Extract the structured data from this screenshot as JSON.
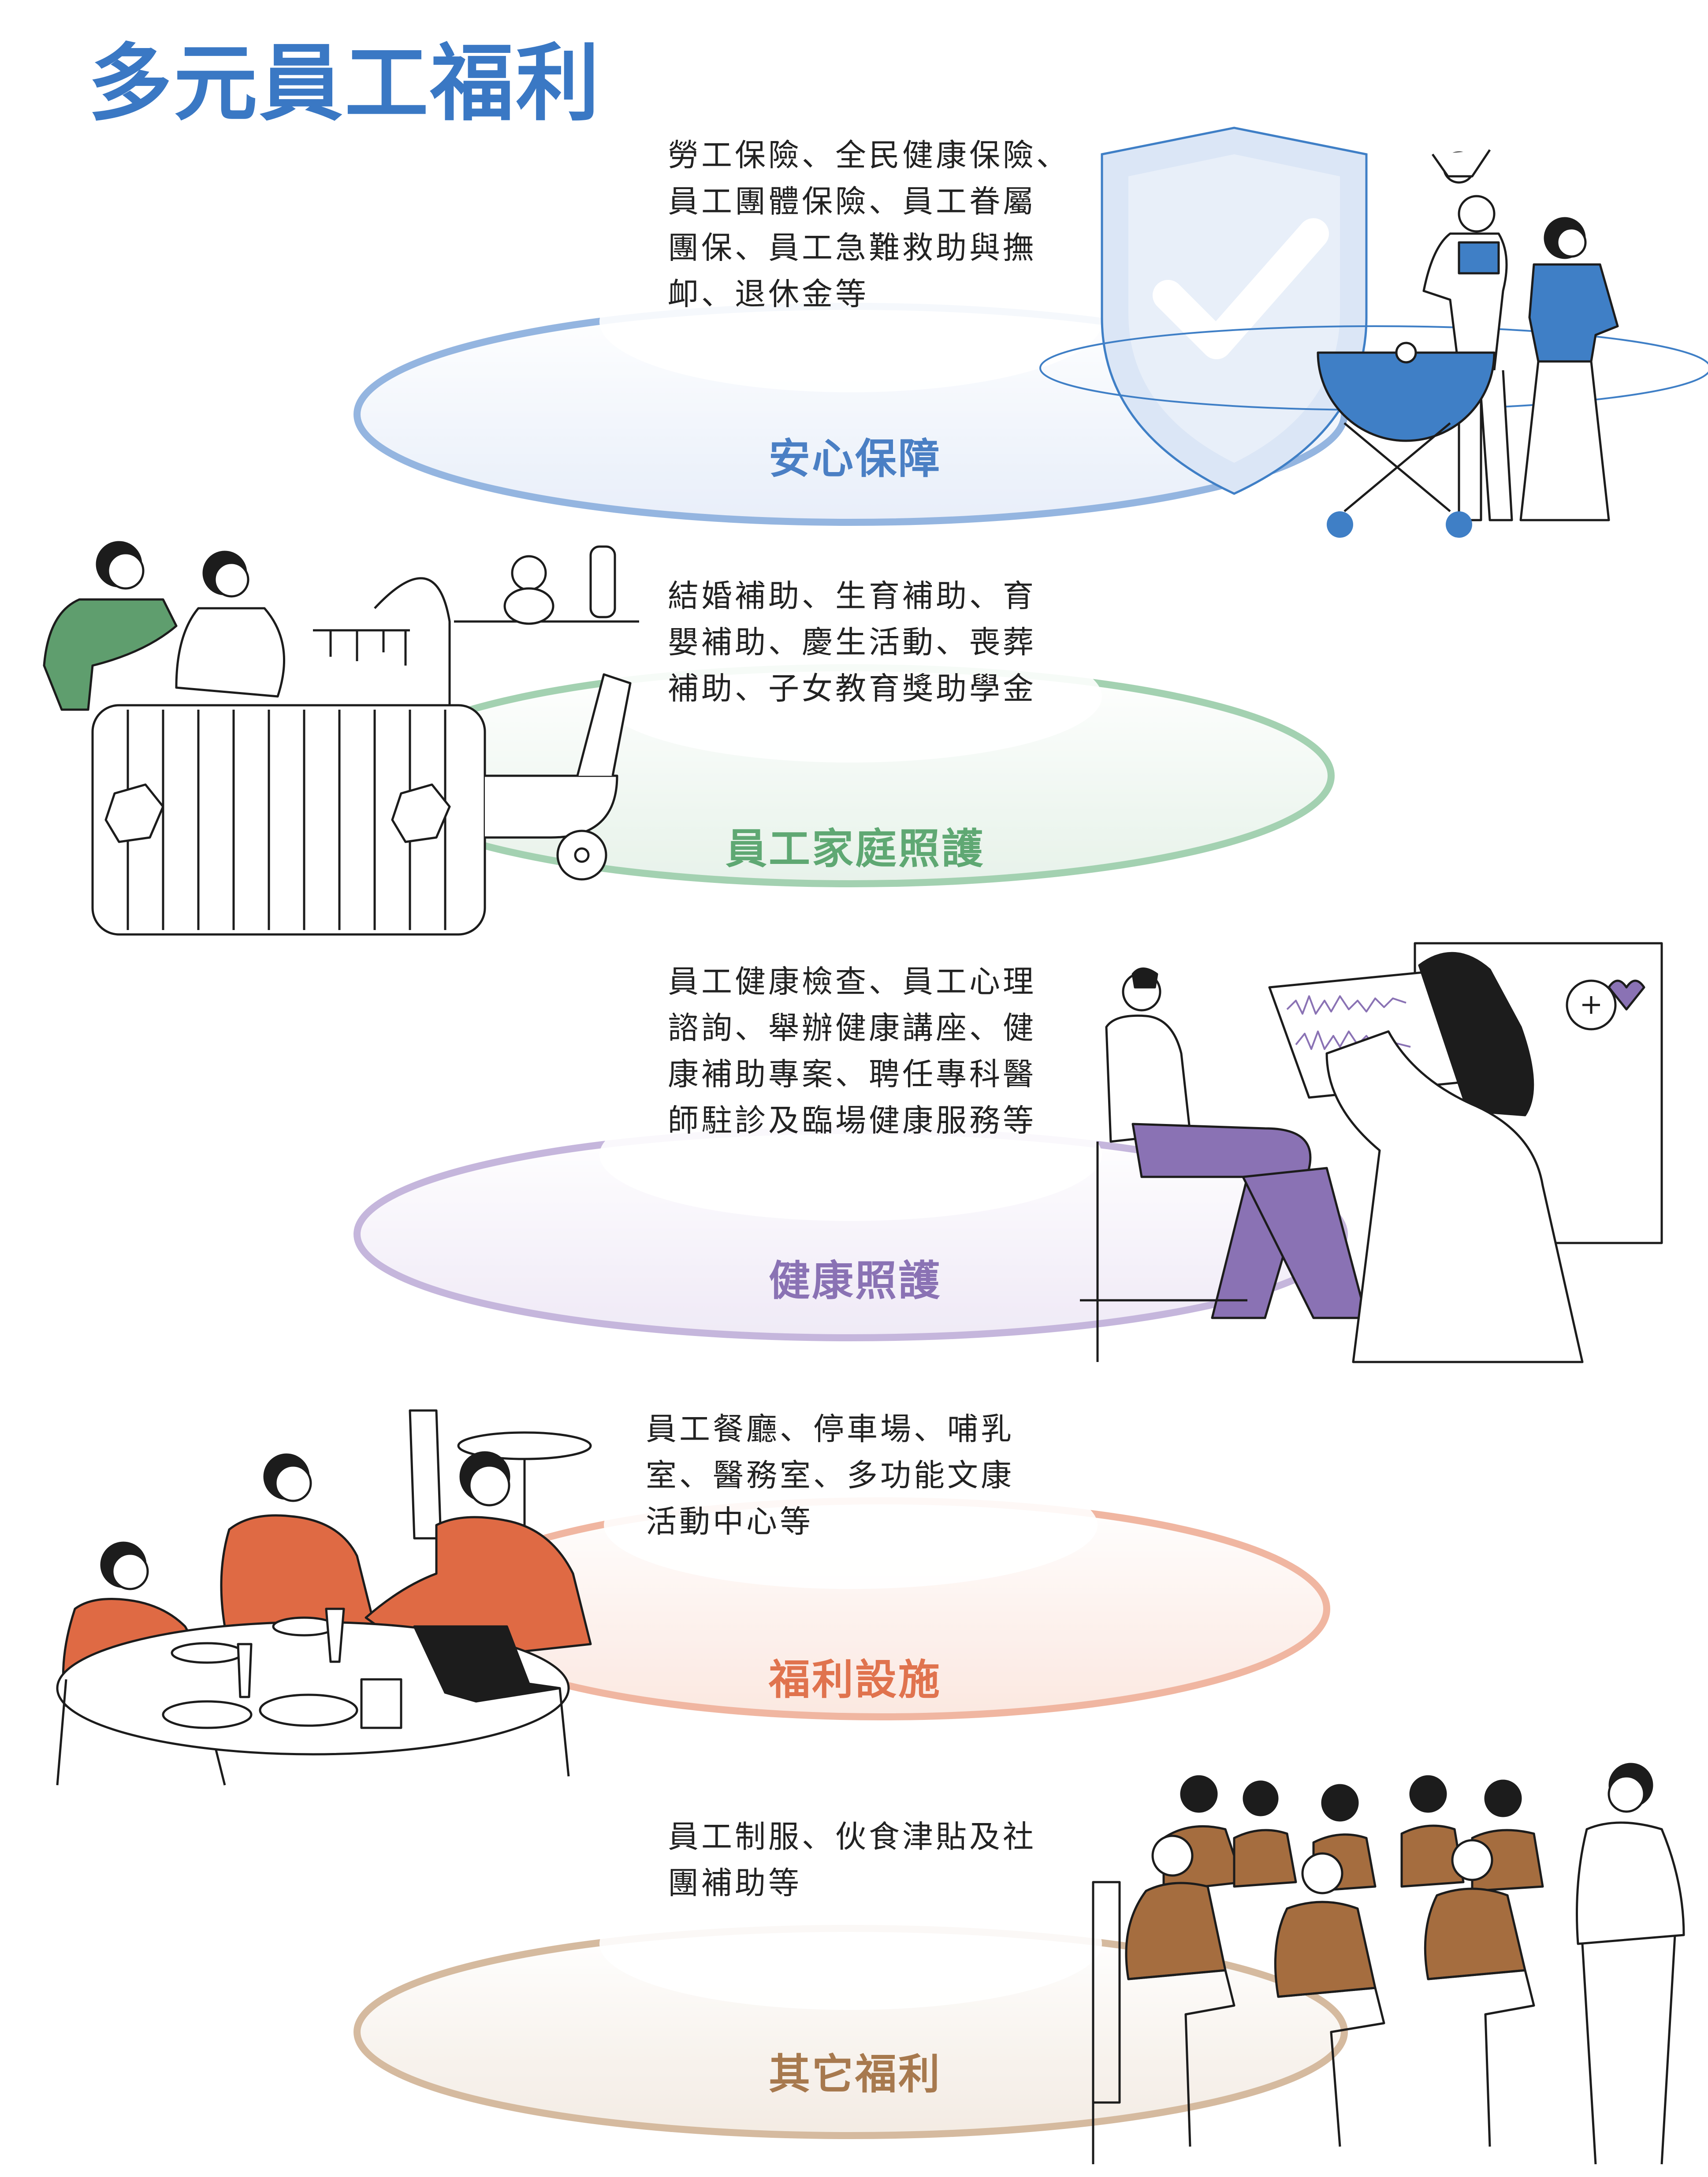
{
  "title": "多元員工福利",
  "sections": [
    {
      "id": "security",
      "label": "安心保障",
      "color": "#4a7fc4",
      "description": "勞工保險、全民健康保險、\n員工團體保險、員工眷屬\n團保、員工急難救助與撫\n卹、退休金等"
    },
    {
      "id": "family",
      "label": "員工家庭照護",
      "color": "#5fa873",
      "description": "結婚補助、生育補助、育\n嬰補助、慶生活動、喪葬\n補助、子女教育獎助學金"
    },
    {
      "id": "health",
      "label": "健康照護",
      "color": "#8a72b4",
      "description": "員工健康檢查、員工心理\n諮詢、舉辦健康講座、健\n康補助專案、聘任專科醫\n師駐診及臨場健康服務等"
    },
    {
      "id": "facility",
      "label": "福利設施",
      "color": "#e0734e",
      "description": "員工餐廳、停車場、哺乳\n室、醫務室、多功能文康\n活動中心等"
    },
    {
      "id": "other",
      "label": "其它福利",
      "color": "#a7794e",
      "description": "員工制服、伙食津貼及社\n團補助等"
    }
  ],
  "illustration_colors": {
    "blue": "#3f7fc6",
    "green": "#5f9e6e",
    "purple": "#8a72b4",
    "orange": "#df6a44",
    "brown": "#a56d3f",
    "ink": "#1c1c1c"
  }
}
